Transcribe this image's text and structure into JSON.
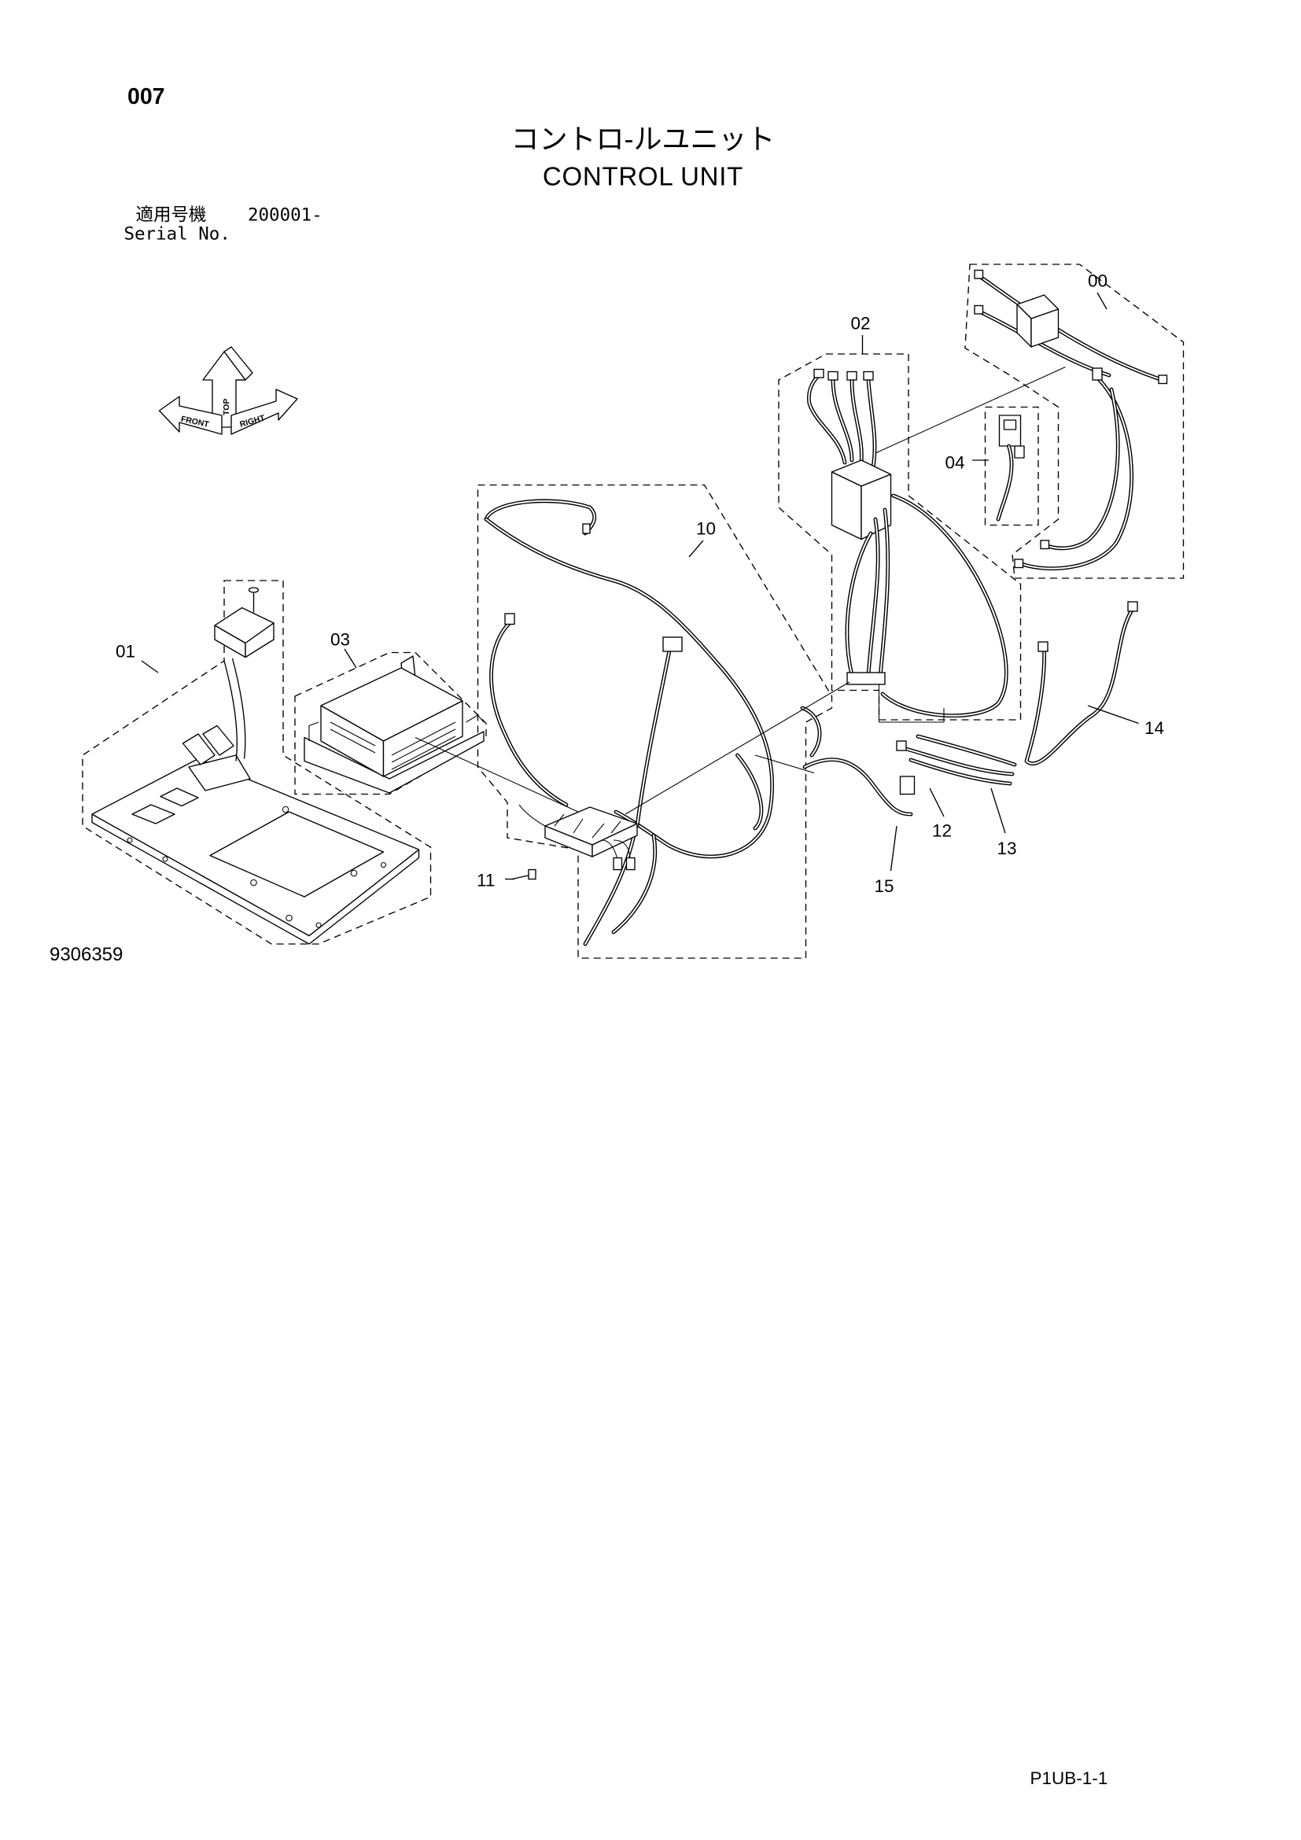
{
  "page": {
    "number": "007",
    "title_ja": "コントロ-ルユニット",
    "title_en": "CONTROL UNIT",
    "serial_label_ja": "適用号機",
    "serial_from": "200001-",
    "serial_label_en": "Serial No.",
    "drawing_number": "9306359",
    "page_code": "P1UB-1-1"
  },
  "orientation": {
    "top": "TOP",
    "front": "FRONT",
    "right": "RIGHT"
  },
  "callouts": [
    {
      "label": "00"
    },
    {
      "label": "02"
    },
    {
      "label": "04"
    },
    {
      "label": "10"
    },
    {
      "label": "03"
    },
    {
      "label": "01"
    },
    {
      "label": "14"
    },
    {
      "label": "12"
    },
    {
      "label": "13"
    },
    {
      "label": "15"
    },
    {
      "label": "11"
    }
  ]
}
